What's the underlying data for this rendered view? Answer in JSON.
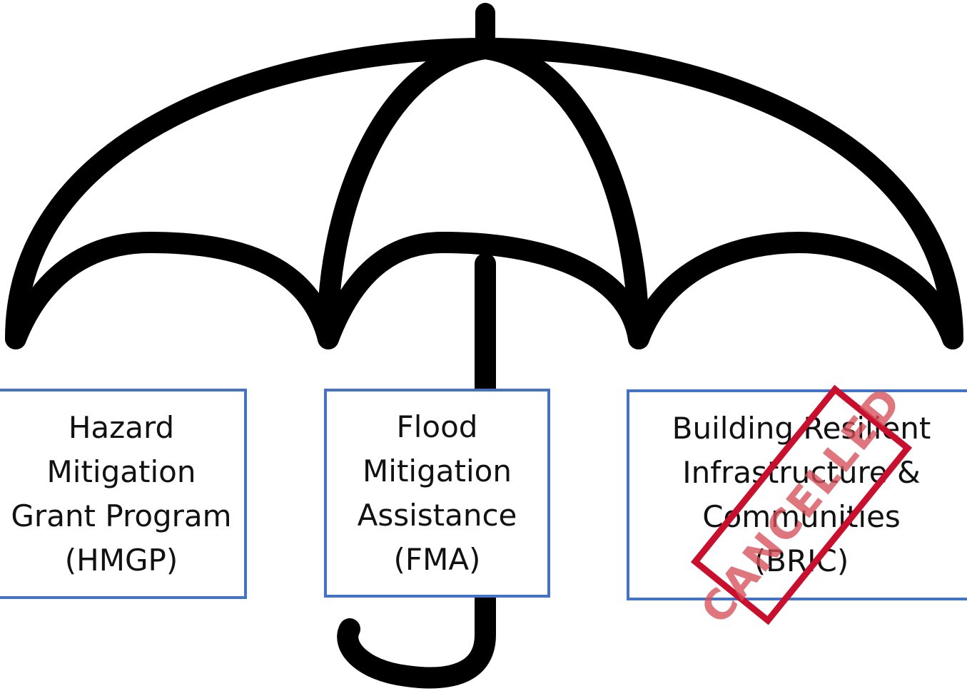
{
  "programs": [
    {
      "lines": [
        "Hazard",
        "Mitigation",
        "Grant Program",
        "(HMGP)"
      ]
    },
    {
      "lines": [
        "Flood",
        "Mitigation",
        "Assistance",
        "(FMA)"
      ]
    },
    {
      "lines": [
        "Building Resilient",
        "Infrastructure &",
        "Communities",
        "(BRIC)"
      ]
    }
  ],
  "stamp": {
    "text": "CANCELLED",
    "color": "#c8102e"
  },
  "colors": {
    "umbrella": "#000000",
    "box_border": "#4472c4"
  }
}
